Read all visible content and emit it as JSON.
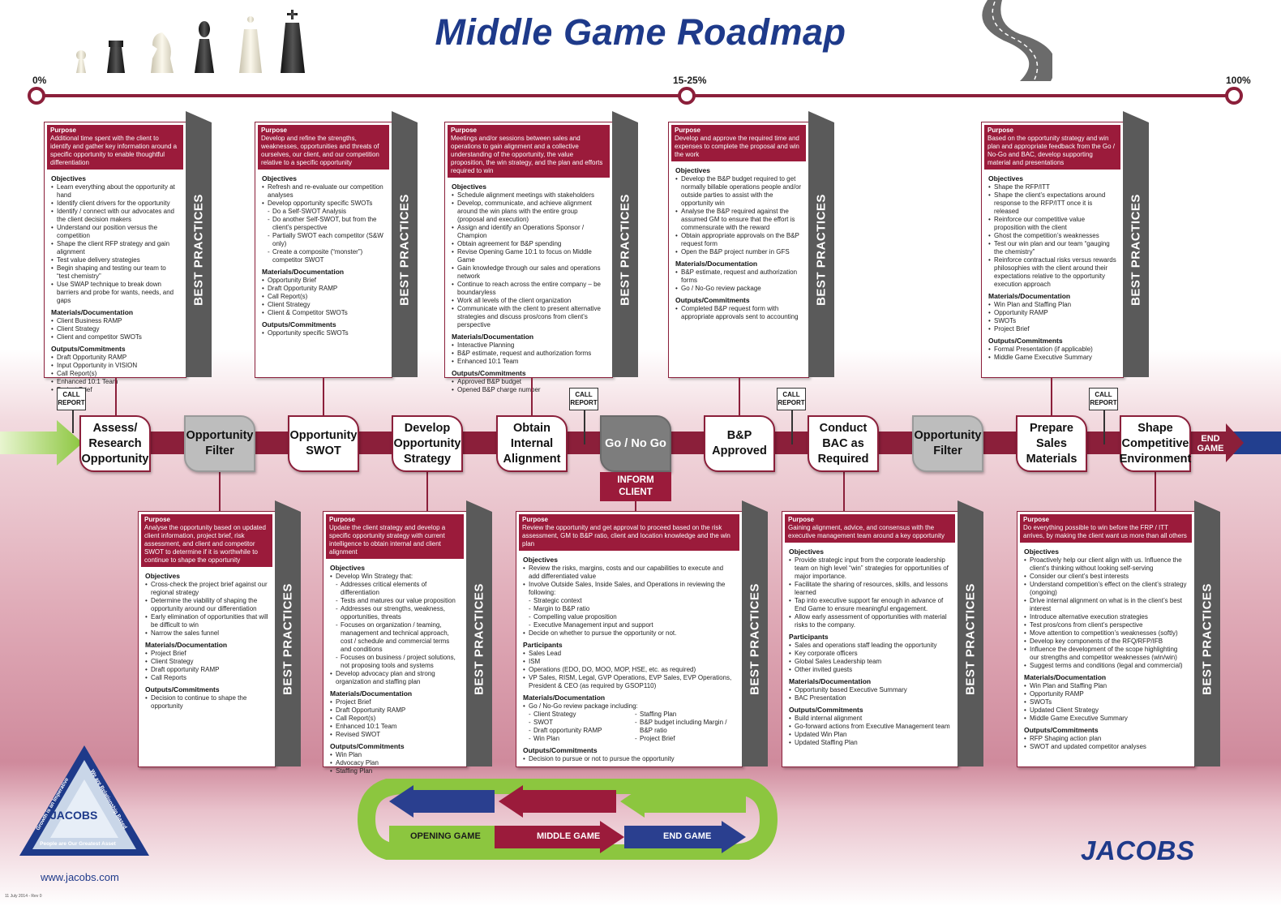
{
  "title": "Middle Game Roadmap",
  "timeline": {
    "start": "0%",
    "mid": "15-25%",
    "end": "100%"
  },
  "best_practices_label": "BEST PRACTICES",
  "call_report": "CALL REPORT",
  "inform_client": "INFORM CLIENT",
  "end_game_label": "END GAME",
  "stages": [
    {
      "label": "Assess/ Research Opportunity"
    },
    {
      "label": "Opportunity Filter"
    },
    {
      "label": "Opportunity SWOT"
    },
    {
      "label": "Develop Opportunity Strategy"
    },
    {
      "label": "Obtain Internal Alignment"
    },
    {
      "label": "Go / No Go"
    },
    {
      "label": "B&P Approved"
    },
    {
      "label": "Conduct BAC as Required"
    },
    {
      "label": "Opportunity Filter"
    },
    {
      "label": "Prepare Sales Materials"
    },
    {
      "label": "Shape Competitive Environment"
    }
  ],
  "cards": {
    "c1": {
      "purpose": "Additional time spent with the client to identify and gather key information around a specific opportunity to enable thoughtful differentiation",
      "sections": [
        {
          "h": "Objectives",
          "items": [
            "Learn everything about the opportunity at hand",
            "Identify client drivers for the opportunity",
            "Identify / connect with our advocates and the client decision makers",
            "Understand our position versus the competition",
            "Shape the client RFP strategy and gain alignment",
            "Test value delivery strategies",
            "Begin shaping and testing our team to “test chemistry”",
            "Use SWAP technique to break down barriers and probe for wants, needs, and gaps"
          ]
        },
        {
          "h": "Materials/Documentation",
          "items": [
            "Client Business RAMP",
            "Client Strategy",
            "Client and competitor SWOTs"
          ]
        },
        {
          "h": "Outputs/Commitments",
          "items": [
            "Draft Opportunity RAMP",
            "Input Opportunity in VISION",
            "Call Report(s)",
            "Enhanced 10:1 Team",
            "Project Brief"
          ]
        }
      ]
    },
    "c2": {
      "purpose": "Develop and refine the strengths, weaknesses, opportunities and threats of ourselves, our client, and our competition relative to a specific opportunity",
      "sections": [
        {
          "h": "Objectives",
          "items": [
            "Refresh and re-evaluate our competition analyses",
            "Develop opportunity specific SWOTs",
            "-Do a Self-SWOT Analysis",
            "-Do another Self-SWOT, but from the client’s perspective",
            "-Partially SWOT each competitor (S&W only)",
            "-Create a composite (“monster”) competitor SWOT"
          ]
        },
        {
          "h": "Materials/Documentation",
          "items": [
            "Opportunity Brief",
            "Draft Opportunity RAMP",
            "Call Report(s)",
            "Client Strategy",
            "Client & Competitor SWOTs"
          ]
        },
        {
          "h": "Outputs/Commitments",
          "items": [
            "Opportunity specific SWOTs"
          ]
        }
      ]
    },
    "c3": {
      "purpose": "Meetings and/or sessions between sales and operations to gain alignment and a collective understanding of the opportunity, the value proposition, the win strategy, and the plan and efforts required to win",
      "sections": [
        {
          "h": "Objectives",
          "items": [
            "Schedule alignment meetings with stakeholders",
            "Develop, communicate, and achieve alignment around the win plans with the entire group (proposal and execution)",
            "Assign and identify an Operations Sponsor / Champion",
            "Obtain agreement for B&P spending",
            "Revise Opening Game 10:1 to focus on Middle Game",
            "Gain knowledge through our sales and operations network",
            "Continue to reach across the entire company – be boundaryless",
            "Work all levels of the client organization",
            "Communicate with the client to present alternative strategies and discuss pros/cons from client’s perspective"
          ]
        },
        {
          "h": "Materials/Documentation",
          "items": [
            "Interactive Planning",
            "B&P estimate, request and authorization forms",
            "Enhanced 10:1 Team"
          ]
        },
        {
          "h": "Outputs/Commitments",
          "items": [
            "Approved B&P budget",
            "Opened B&P charge number"
          ]
        }
      ]
    },
    "c4": {
      "purpose": "Develop and approve the required time and expenses to complete the proposal and win the work",
      "sections": [
        {
          "h": "Objectives",
          "items": [
            "Develop the B&P budget required to get normally billable operations people and/or outside parties to assist with the opportunity win",
            "Analyse the B&P required against the assumed GM to ensure that the effort is commensurate with the reward",
            "Obtain appropriate approvals on the B&P request form",
            "Open the B&P project number in GFS"
          ]
        },
        {
          "h": "Materials/Documentation",
          "items": [
            "B&P estimate, request and authorization forms",
            "Go / No-Go review package"
          ]
        },
        {
          "h": "Outputs/Commitments",
          "items": [
            "Completed B&P request form with appropriate approvals sent to accounting"
          ]
        }
      ]
    },
    "c5": {
      "purpose": "Based on the opportunity strategy and win plan and appropriate feedback from the Go / No-Go and BAC, develop supporting material and presentations",
      "sections": [
        {
          "h": "Objectives",
          "items": [
            "Shape the RFP/ITT",
            "Shape the client’s expectations around response to the RFP/ITT once it is released",
            "Reinforce our competitive value proposition with the client",
            "Ghost the competition’s weaknesses",
            "Test our win plan and our team “gauging the chemistry”",
            "Reinforce contractual risks versus rewards philosophies with the client around their expectations relative to the opportunity execution approach"
          ]
        },
        {
          "h": "Materials/Documentation",
          "items": [
            "Win Plan and Staffing Plan",
            "Opportunity RAMP",
            "SWOTs",
            "Project Brief"
          ]
        },
        {
          "h": "Outputs/Commitments",
          "items": [
            "Formal Presentation (if applicable)",
            "Middle Game Executive Summary"
          ]
        }
      ]
    },
    "c6": {
      "purpose": "Analyse the opportunity based on updated client information, project brief, risk assessment, and client and competitor SWOT to determine if it is worthwhile to continue to shape the opportunity",
      "sections": [
        {
          "h": "Objectives",
          "items": [
            "Cross-check the project brief against our regional strategy",
            "Determine the viability of shaping the opportunity around our differentiation",
            "Early elimination of opportunities that will be difficult to win",
            "Narrow the sales funnel"
          ]
        },
        {
          "h": "Materials/Documentation",
          "items": [
            "Project Brief",
            "Client Strategy",
            "Draft opportunity RAMP",
            "Call Reports"
          ]
        },
        {
          "h": "Outputs/Commitments",
          "items": [
            "Decision to continue to shape the opportunity"
          ]
        }
      ]
    },
    "c7": {
      "purpose": "Update the client strategy and develop a specific opportunity strategy with current intelligence to obtain internal and client alignment",
      "sections": [
        {
          "h": "Objectives",
          "items": [
            "Develop Win Strategy that:",
            "-Addresses critical elements of differentiation",
            "-Tests and matures our value proposition",
            "-Addresses our strengths, weakness, opportunities, threats",
            "-Focuses on organization / teaming, management and technical approach, cost / schedule and commercial terms and conditions",
            "-Focuses on business / project solutions, not proposing tools and systems",
            "Develop advocacy plan and strong organization and staffing plan"
          ]
        },
        {
          "h": "Materials/Documentation",
          "items": [
            "Project Brief",
            "Draft Opportunity RAMP",
            "Call Report(s)",
            "Enhanced 10:1 Team",
            "Revised SWOT"
          ]
        },
        {
          "h": "Outputs/Commitments",
          "items": [
            "Win Plan",
            "Advocacy Plan",
            "Staffing Plan"
          ]
        }
      ]
    },
    "c8": {
      "purpose": "Review the opportunity and get approval to proceed based on the risk assessment,  GM to B&P ratio, client and location knowledge and the win plan",
      "sections": [
        {
          "h": "Objectives",
          "items": [
            "Review the risks, margins, costs and our capabilities to execute and add differentiated value",
            "Involve Outside Sales, Inside Sales, and Operations in reviewing the following:",
            "-Strategic context",
            "-Margin to B&P ratio",
            "-Compelling value proposition",
            "-Executive Management input and support",
            "Decide on whether to pursue the opportunity or not."
          ]
        },
        {
          "h": "Participants",
          "items": [
            "Sales Lead",
            "ISM",
            "Operations (EDO, DO, MOO, MOP, HSE, etc. as required)",
            "VP Sales, RISM, Legal, GVP Operations, EVP Sales, EVP Operations, President & CEO (as required by GSOP110)"
          ]
        },
        {
          "h": "Materials/Documentation",
          "items": [
            "Go / No-Go review package including:"
          ],
          "cols": [
            [
              "-Client Strategy",
              "-SWOT",
              "-Draft opportunity RAMP",
              "-Win Plan"
            ],
            [
              "-Staffing Plan",
              "-B&P budget including Margin / B&P ratio",
              "-Project Brief"
            ]
          ]
        },
        {
          "h": "Outputs/Commitments",
          "items": [
            "Decision to pursue or not to pursue the opportunity"
          ]
        }
      ]
    },
    "c9": {
      "purpose": "Gaining alignment, advice, and consensus with the executive management team around a key opportunity",
      "sections": [
        {
          "h": "Objectives",
          "items": [
            "Provide strategic input from the corporate leadership team on high level “win” strategies for opportunities of major importance.",
            "Facilitate the sharing of resources, skills, and lessons learned",
            "Tap into executive support far enough in advance of End Game to ensure meaningful engagement.",
            "Allow early assessment of opportunities with material risks to the company."
          ]
        },
        {
          "h": "Participants",
          "items": [
            "Sales and operations staff leading the opportunity",
            "Key corporate officers",
            "Global Sales Leadership team",
            "Other invited guests"
          ]
        },
        {
          "h": "Materials/Documentation",
          "items": [
            "Opportunity based Executive Summary",
            "BAC Presentation"
          ]
        },
        {
          "h": "Outputs/Commitments",
          "items": [
            "Build internal alignment",
            "Go-forward actions from Executive Management team",
            "Updated Win Plan",
            "Updated Staffing Plan"
          ]
        }
      ]
    },
    "c10": {
      "purpose": "Do everything possible to win before the FRP / ITT arrives, by making the client want us more than all others",
      "sections": [
        {
          "h": "Objectives",
          "items": [
            "Proactively help our client align with us. Influence the client’s thinking without looking self-serving",
            "Consider our client’s best interests",
            "Understand competition’s effect on the client’s strategy (ongoing)",
            "Drive internal alignment on what is in the client’s best interest",
            "Introduce alternative execution strategies",
            "Test pros/cons from client’s perspective",
            "Move attention to competition’s weaknesses (softly)",
            "Develop key components of the RFQ/RFP/IFB",
            "Influence the development of the  scope highlighting our strengths and competitor weaknesses (win/win)",
            "Suggest terms and conditions (legal and commercial)"
          ]
        },
        {
          "h": "Materials/Documentation",
          "items": [
            "Win Plan and Staffing Plan",
            "Opportunity RAMP",
            "SWOTs",
            "Updated Client Strategy",
            "Middle Game Executive Summary"
          ]
        },
        {
          "h": "Outputs/Commitments",
          "items": [
            "RFP Shaping action plan",
            "SWOT and updated competitor analyses"
          ]
        }
      ]
    }
  },
  "game_loop": {
    "opening": "OPENING GAME",
    "middle": "MIDDLE GAME",
    "end": "END GAME"
  },
  "triangle": {
    "brand": "JACOBS",
    "left": "Growth is an Imperative",
    "right": "We are Relationship Based",
    "bottom": "People are Our Greatest Asset"
  },
  "brand": "JACOBS",
  "website": "www.jacobs.com",
  "date": "11 July 2014 - Rev 0",
  "colors": {
    "maroon": "#8b1f3a",
    "blue": "#1e3a8a",
    "green": "#8cc63f",
    "grey": "#5a5a5a"
  }
}
